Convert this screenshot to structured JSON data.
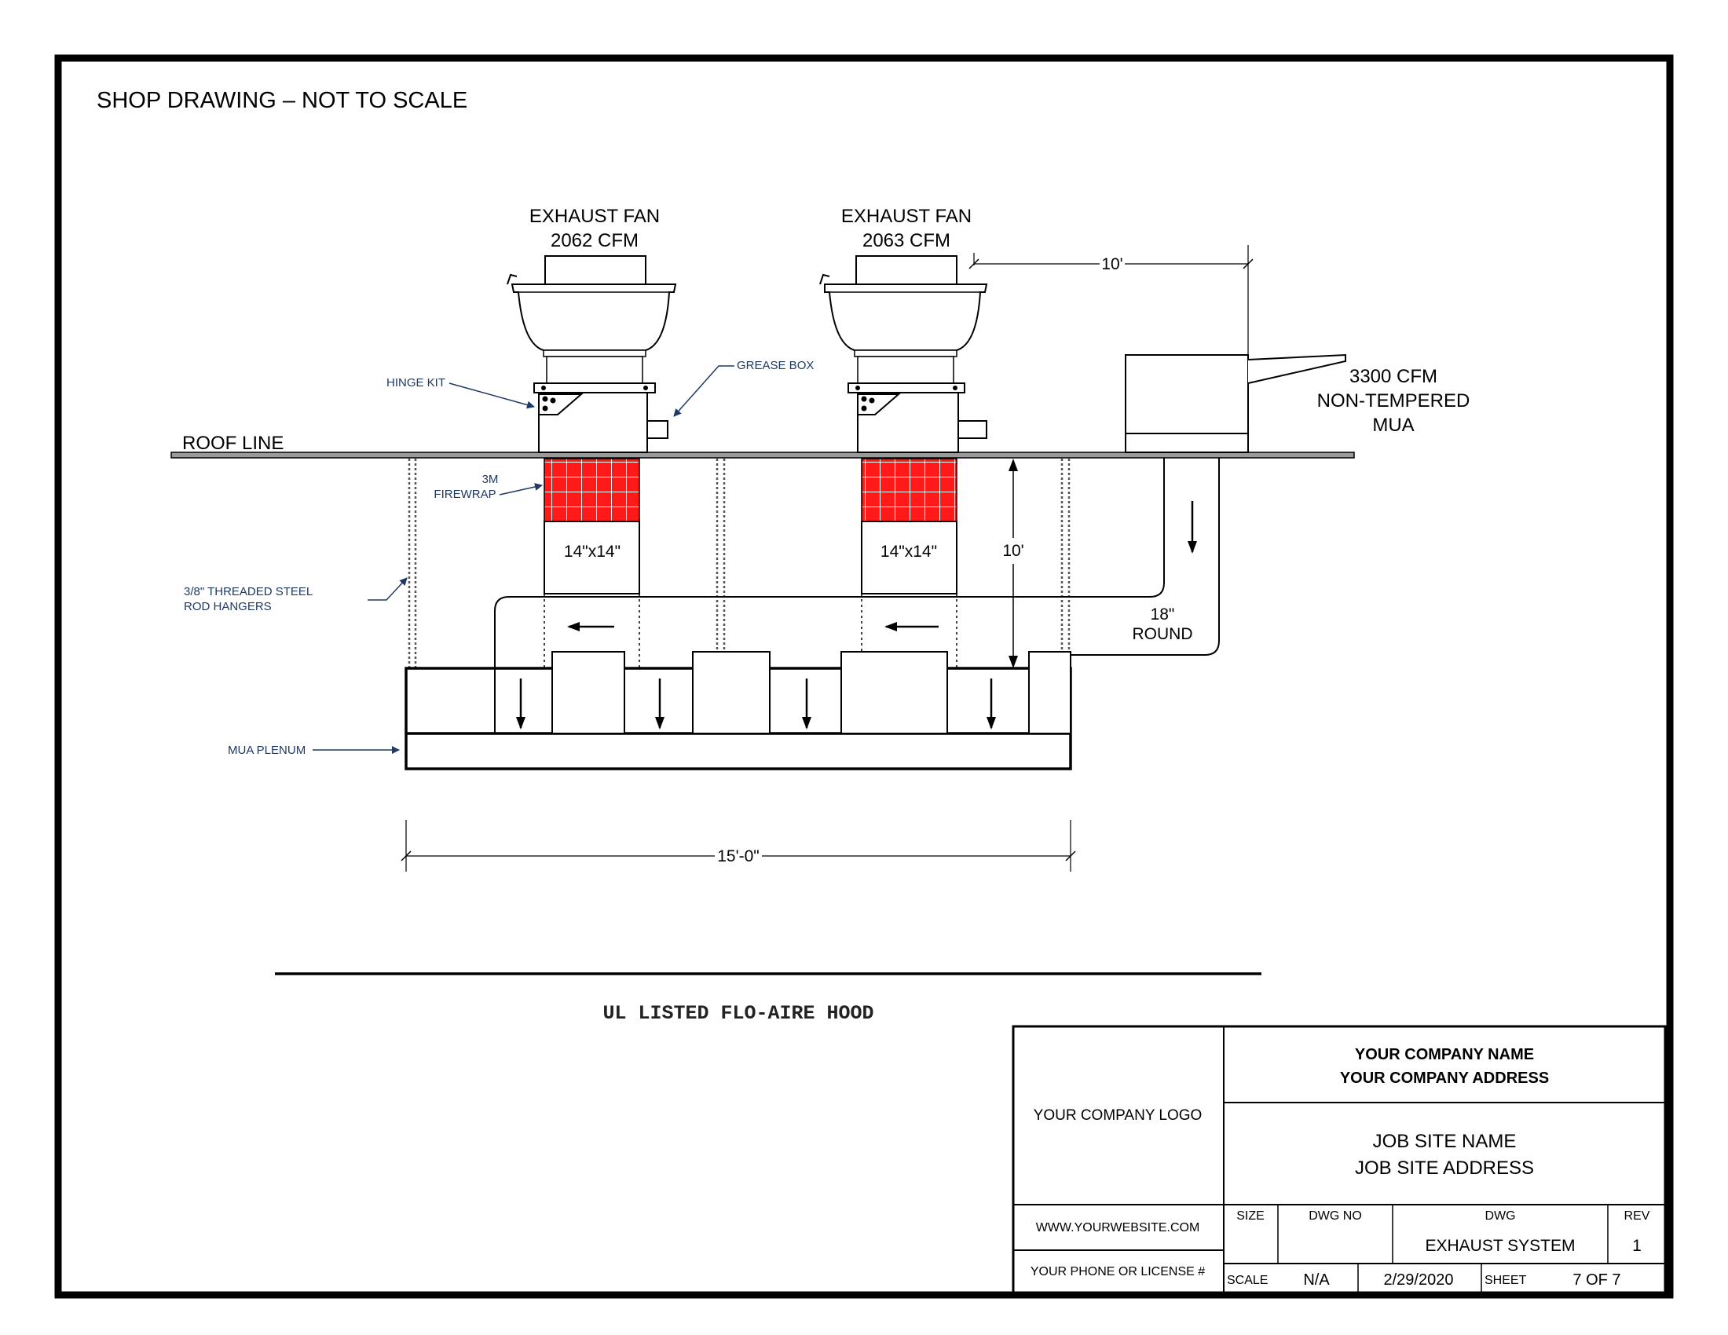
{
  "header": {
    "title": "SHOP DRAWING – NOT TO SCALE"
  },
  "fans": [
    {
      "title": "EXHAUST FAN",
      "cfm": "2062 CFM",
      "duct": "14\"x14\""
    },
    {
      "title": "EXHAUST FAN",
      "cfm": "2063 CFM",
      "duct": "14\"x14\""
    }
  ],
  "mua": {
    "line1": "3300 CFM",
    "line2": "NON-TEMPERED",
    "line3": "MUA"
  },
  "labels": {
    "roof_line": "ROOF LINE",
    "hinge_kit": "HINGE KIT",
    "grease_box": "GREASE BOX",
    "firewrap_1": "3M",
    "firewrap_2": "FIREWRAP",
    "rod_1": "3/8\" THREADED STEEL",
    "rod_2": "ROD HANGERS",
    "mua_plenum": "MUA PLENUM",
    "round_1": "18\"",
    "round_2": "ROUND"
  },
  "dimensions": {
    "fan_to_mua": "10'",
    "roof_to_hood": "10'",
    "hood_length": "15'-0\""
  },
  "hood_title": "UL LISTED FLO-AIRE HOOD",
  "title_block": {
    "logo": "YOUR COMPANY LOGO",
    "company_name": "YOUR COMPANY NAME",
    "company_address": "YOUR COMPANY ADDRESS",
    "job_name": "JOB SITE NAME",
    "job_address": "JOB SITE ADDRESS",
    "website": "WWW.YOURWEBSITE.COM",
    "phone": "YOUR PHONE OR LICENSE #",
    "size_label": "SIZE",
    "dwgno_label": "DWG NO",
    "dwg_label": "DWG",
    "dwg_value": "EXHAUST SYSTEM",
    "rev_label": "REV",
    "rev_value": "1",
    "scale_label": "SCALE",
    "scale_value": "N/A",
    "date": "2/29/2020",
    "sheet_label": "SHEET",
    "sheet_value": "7 OF 7"
  },
  "colors": {
    "firewrap": "#ff1a1a",
    "callout": "#1f3864",
    "line": "#000000"
  }
}
